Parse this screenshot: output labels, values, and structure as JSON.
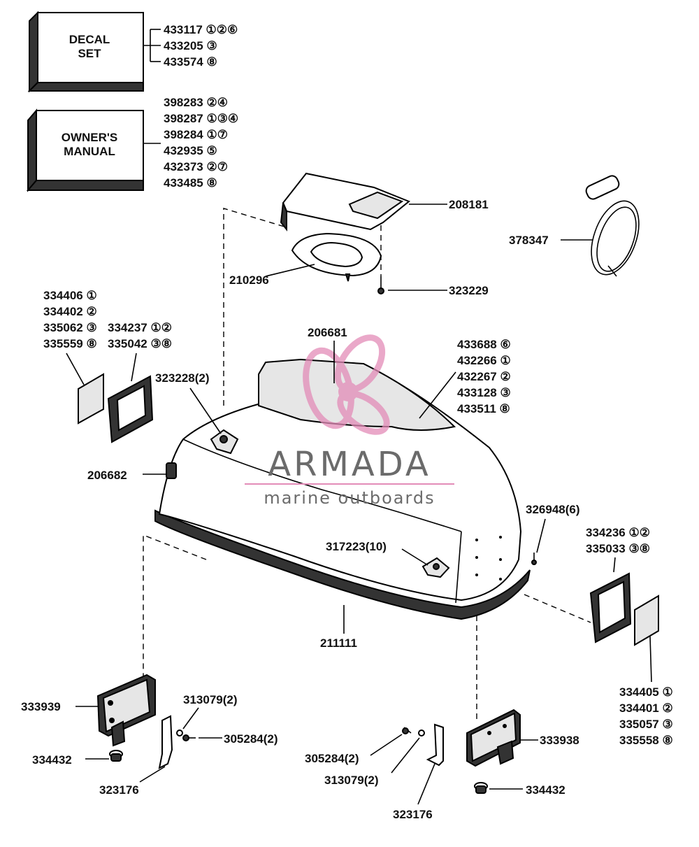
{
  "decal_box": {
    "line1": "DECAL",
    "line2": "SET"
  },
  "manual_box": {
    "line1": "OWNER'S",
    "line2": "MANUAL"
  },
  "brand": {
    "name": "ARMADA",
    "tagline": "marine outboards",
    "logo_color": "#e38cb8"
  },
  "callouts": {
    "decal_set": [
      "433117 ①②⑥",
      "433205 ③",
      "433574 ⑧"
    ],
    "owners_manual": [
      "398283 ②④",
      "398287 ①③④",
      "398284 ①⑦",
      "432935 ⑤",
      "432373 ②⑦",
      "433485 ⑧"
    ],
    "p208181": "208181",
    "p378347": "378347",
    "p210296": "210296",
    "p323229": "323229",
    "left_decal": [
      "334406 ①",
      "334402 ②",
      "335062 ③",
      "335559 ⑧"
    ],
    "left_frame": [
      "334237 ①②",
      "335042 ③⑧"
    ],
    "p206681": "206681",
    "cover": [
      "433688 ⑥",
      "432266 ①",
      "432267 ②",
      "433128 ③",
      "433511 ⑧"
    ],
    "p323228": "323228(2)",
    "p206682": "206682",
    "p326948": "326948(6)",
    "right_frame": [
      "334236 ①②",
      "335033 ③⑧"
    ],
    "p317223": "317223(10)",
    "p211111": "211111",
    "right_decal": [
      "334405 ①",
      "334401 ②",
      "335057 ③",
      "335558 ⑧"
    ],
    "p333939": "333939",
    "p313079_left": "313079(2)",
    "p305284_left": "305284(2)",
    "p334432_left": "334432",
    "p323176_left": "323176",
    "p305284_right": "305284(2)",
    "p313079_right": "313079(2)",
    "p333938": "333938",
    "p334432_right": "334432",
    "p323176_right": "323176"
  }
}
